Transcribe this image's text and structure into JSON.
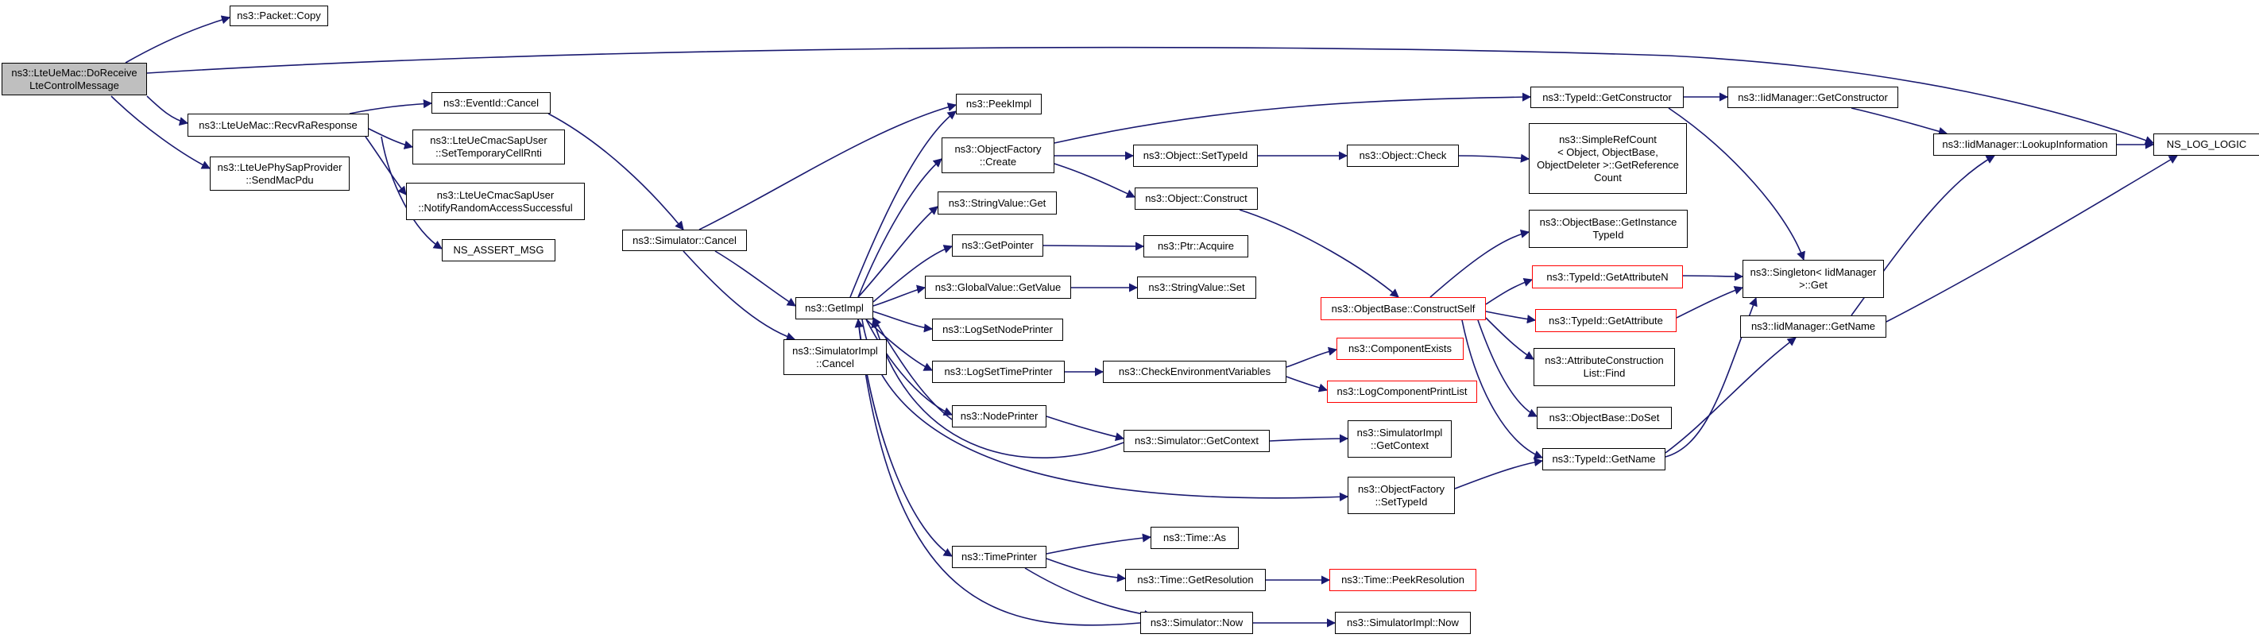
{
  "colors": {
    "edge": "#191970",
    "root_fill": "#bfbfbf",
    "node_border": "#000000",
    "highlight_border": "#ff0000"
  },
  "nodes": {
    "root": "ns3::LteUeMac::DoReceive\nLteControlMessage",
    "packet_copy": "ns3::Packet::Copy",
    "recv_ra_response": "ns3::LteUeMac::RecvRaResponse",
    "send_mac_pdu": "ns3::LteUePhySapProvider\n::SendMacPdu",
    "event_cancel": "ns3::EventId::Cancel",
    "set_temp_rnti": "ns3::LteUeCmacSapUser\n::SetTemporaryCellRnti",
    "notify_ra": "ns3::LteUeCmacSapUser\n::NotifyRandomAccessSuccessful",
    "assert_msg": "NS_ASSERT_MSG",
    "sim_cancel": "ns3::Simulator::Cancel",
    "simimpl_cancel": "ns3::SimulatorImpl\n::Cancel",
    "getimpl": "ns3::GetImpl",
    "peekimpl": "ns3::PeekImpl",
    "of_create": "ns3::ObjectFactory\n::Create",
    "stringvalue_get": "ns3::StringValue::Get",
    "getpointer": "ns3::GetPointer",
    "globalvalue_getvalue": "ns3::GlobalValue::GetValue",
    "logsetnodeprinter": "ns3::LogSetNodePrinter",
    "logsettimeprinter": "ns3::LogSetTimePrinter",
    "nodeprinter": "ns3::NodePrinter",
    "timeprinter": "ns3::TimePrinter",
    "object_settypeid": "ns3::Object::SetTypeId",
    "object_construct": "ns3::Object::Construct",
    "ptr_acquire": "ns3::Ptr::Acquire",
    "stringvalue_set": "ns3::StringValue::Set",
    "check_env": "ns3::CheckEnvironmentVariables",
    "sim_getcontext": "ns3::Simulator::GetContext",
    "time_as": "ns3::Time::As",
    "time_getresolution": "ns3::Time::GetResolution",
    "sim_now": "ns3::Simulator::Now",
    "object_check": "ns3::Object::Check",
    "typeid_getconstructor": "ns3::TypeId::GetConstructor",
    "simplerefcount": "ns3::SimpleRefCount\n< Object, ObjectBase,\nObjectDeleter >::GetReference\nCount",
    "constructself": "ns3::ObjectBase::ConstructSelf",
    "getinstancetypeid": "ns3::ObjectBase::GetInstance\nTypeId",
    "getattributen": "ns3::TypeId::GetAttributeN",
    "getattribute": "ns3::TypeId::GetAttribute",
    "attrconstructionlist": "ns3::AttributeConstruction\nList::Find",
    "doset": "ns3::ObjectBase::DoSet",
    "typeid_getname": "ns3::TypeId::GetName",
    "componentexists": "ns3::ComponentExists",
    "logcomponentprintlist": "ns3::LogComponentPrintList",
    "simimpl_getcontext": "ns3::SimulatorImpl\n::GetContext",
    "of_settypeid": "ns3::ObjectFactory\n::SetTypeId",
    "time_peekresolution": "ns3::Time::PeekResolution",
    "simimpl_now": "ns3::SimulatorImpl::Now",
    "iidmanager_getconstructor": "ns3::IidManager::GetConstructor",
    "iidmanager_lookupinformation": "ns3::IidManager::LookupInformation",
    "singleton_get": "ns3::Singleton< IidManager\n>::Get",
    "iidmanager_getname": "ns3::IidManager::GetName",
    "ns_log_logic": "NS_LOG_LOGIC"
  }
}
